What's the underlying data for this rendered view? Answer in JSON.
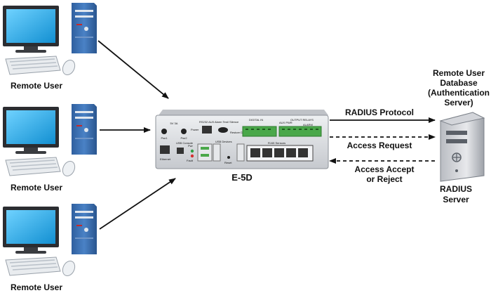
{
  "remote_users": [
    {
      "label": "Remote User"
    },
    {
      "label": "Remote User"
    },
    {
      "label": "Remote User"
    }
  ],
  "device": {
    "name": "E-5D",
    "panel": {
      "power": "5V 3A",
      "pwr1": "Pwr1",
      "pwr2": "Pwr2",
      "rs232": "RS232 AUX",
      "power_label": "Power",
      "alarm": "Alarm Test/ Silence",
      "restore": "Restore Defaults",
      "digital_in": "DIGITAL IN",
      "aux_pwr": "AUX PWR",
      "output_relays": "OUTPUT RELAYS",
      "alarm_label": "ALARM",
      "ethernet": "Ethernet",
      "usb_console": "USB Console",
      "pwr_led": "Pwr",
      "fault_led": "Fault",
      "usb_devices": "USB Devices",
      "reset": "Reset",
      "rj45": "RJ45 Sensors"
    }
  },
  "arrows": {
    "radius_protocol": "RADIUS Protocol",
    "access_request": "Access Request",
    "access_accept_l1": "Access Accept",
    "access_accept_l2": "or Reject"
  },
  "server": {
    "db_l1": "Remote User",
    "db_l2": "Database",
    "db_l3": "(Authentication",
    "db_l4": "Server)",
    "name_l1": "RADIUS",
    "name_l2": "Server"
  },
  "colors": {
    "monitor_screen": "#19a9e6",
    "tower": "#3d6fb0",
    "device_body": "#d8dadd",
    "port_green": "#4aa84a"
  }
}
